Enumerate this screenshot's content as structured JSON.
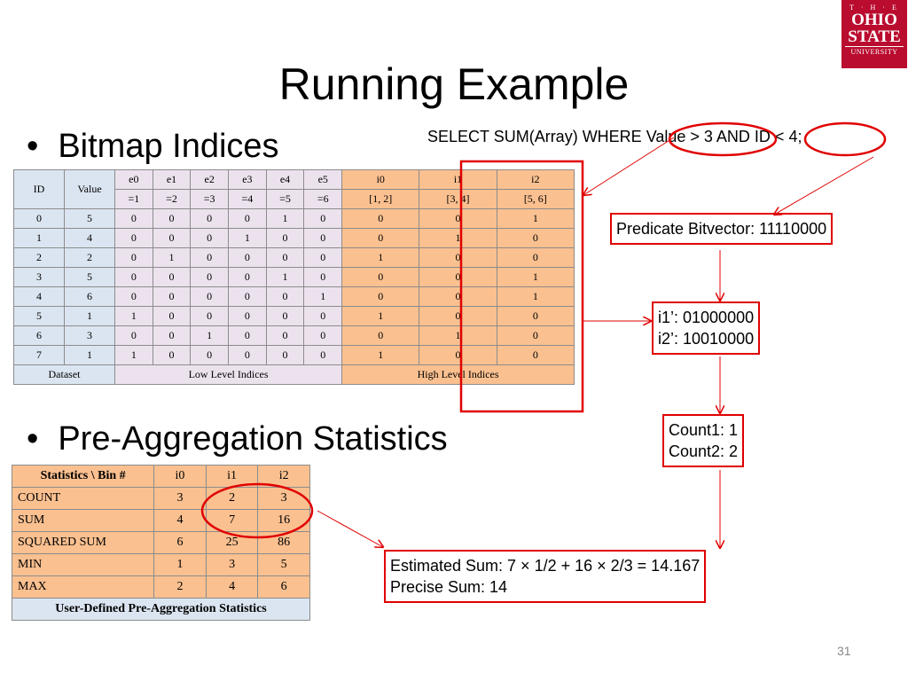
{
  "logo": {
    "the": "T · H · E",
    "ohio": "OHIO",
    "state": "STATE",
    "university": "UNIVERSITY"
  },
  "title": "Running Example",
  "bullets": {
    "symbol": "•",
    "bitmap": "Bitmap Indices",
    "preagg": "Pre-Aggregation Statistics"
  },
  "query": "SELECT SUM(Array) WHERE Value > 3 AND ID < 4;",
  "bitmap_table": {
    "header1": [
      "ID",
      "Value",
      "e0",
      "e1",
      "e2",
      "e3",
      "e4",
      "e5",
      "i0",
      "i1",
      "i2"
    ],
    "header2": [
      "=1",
      "=2",
      "=3",
      "=4",
      "=5",
      "=6",
      "[1, 2]",
      "[3, 4]",
      "[5, 6]"
    ],
    "rows": [
      [
        "0",
        "5",
        "0",
        "0",
        "0",
        "0",
        "1",
        "0",
        "0",
        "0",
        "1"
      ],
      [
        "1",
        "4",
        "0",
        "0",
        "0",
        "1",
        "0",
        "0",
        "0",
        "1",
        "0"
      ],
      [
        "2",
        "2",
        "0",
        "1",
        "0",
        "0",
        "0",
        "0",
        "1",
        "0",
        "0"
      ],
      [
        "3",
        "5",
        "0",
        "0",
        "0",
        "0",
        "1",
        "0",
        "0",
        "0",
        "1"
      ],
      [
        "4",
        "6",
        "0",
        "0",
        "0",
        "0",
        "0",
        "1",
        "0",
        "0",
        "1"
      ],
      [
        "5",
        "1",
        "1",
        "0",
        "0",
        "0",
        "0",
        "0",
        "1",
        "0",
        "0"
      ],
      [
        "6",
        "3",
        "0",
        "0",
        "1",
        "0",
        "0",
        "0",
        "0",
        "1",
        "0"
      ],
      [
        "7",
        "1",
        "1",
        "0",
        "0",
        "0",
        "0",
        "0",
        "1",
        "0",
        "0"
      ]
    ],
    "footer": {
      "dataset": "Dataset",
      "low": "Low Level Indices",
      "high": "High Level Indices"
    }
  },
  "stats_table": {
    "header": [
      "Statistics \\ Bin #",
      "i0",
      "i1",
      "i2"
    ],
    "rows": [
      [
        "COUNT",
        "3",
        "2",
        "3"
      ],
      [
        "SUM",
        "4",
        "7",
        "16"
      ],
      [
        "SQUARED SUM",
        "6",
        "25",
        "86"
      ],
      [
        "MIN",
        "1",
        "3",
        "5"
      ],
      [
        "MAX",
        "2",
        "4",
        "6"
      ]
    ],
    "footer": "User-Defined Pre-Aggregation Statistics"
  },
  "boxes": {
    "predicate": "Predicate Bitvector: 11110000",
    "i1": "i1’: 01000000",
    "i2": "i2’: 10010000",
    "count1": "Count1: 1",
    "count2": "Count2: 2",
    "estimated": "Estimated Sum: 7 × 1/2 + 16 × 2/3 = 14.167",
    "precise": "Precise Sum: 14"
  },
  "slide_number": "31",
  "colors": {
    "highlight": "#e00000",
    "high_level": "#fac090",
    "low_level": "#ece2ee",
    "dataset": "#dbe5f1",
    "logo": "#ba0c2f"
  }
}
